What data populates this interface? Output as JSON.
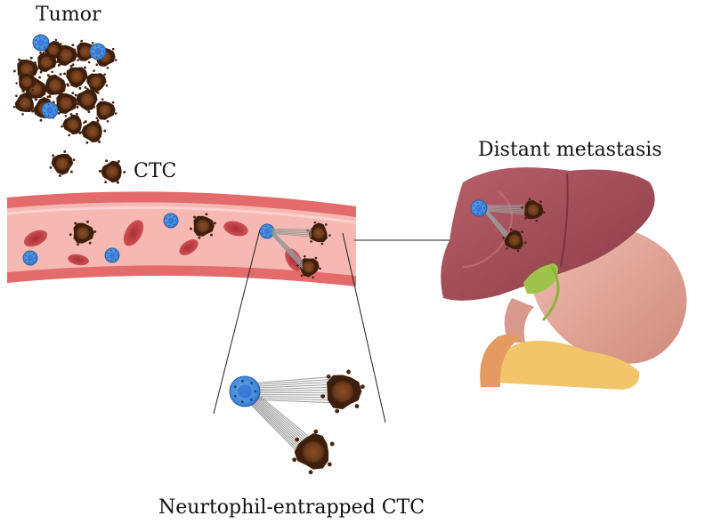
{
  "labels": {
    "tumor": "Tumor",
    "ctc": "CTC",
    "distant_metastasis": "Distant metastasis",
    "neutrophil_ctc": "Neurtophil-entrapped CTC"
  },
  "colors": {
    "tumor_cell": "#6b3a1c",
    "tumor_cell_dark": "#3e1f0c",
    "tumor_core": "#8a4e22",
    "neutrophil": "#4a90d9",
    "neutrophil_core": "#2f6fd6",
    "vessel_wall": "#e46b6b",
    "vessel_lumen": "#f6b8b2",
    "rbc": "#c9444a",
    "liver": "#a8505a",
    "liver_dark": "#7d3440",
    "stomach": "#e5a79a",
    "pancreas": "#f2c56a",
    "gallbladder": "#9fc24a"
  }
}
